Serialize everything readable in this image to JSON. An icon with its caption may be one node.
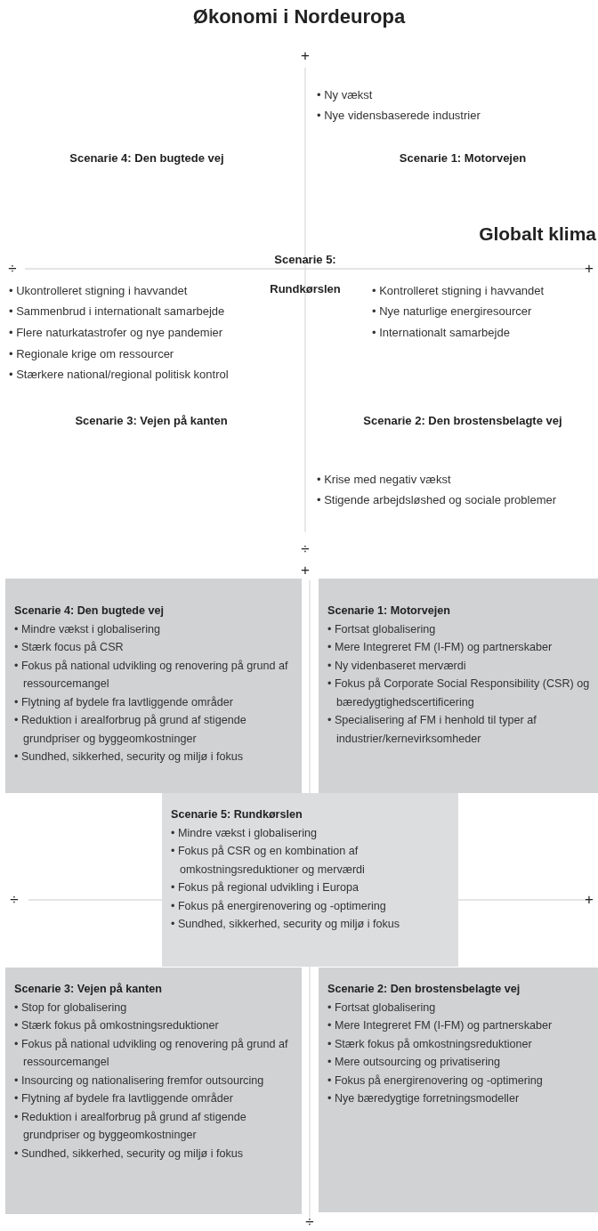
{
  "diagram": {
    "title": "Økonomi i Nordeuropa",
    "nodes": [
      {
        "text": [
          "Scenarie 4: Den bugtede vej",
          "• Mindre vækst i globalisering",
          "• Stærk focus på CSR",
          "• Fokus på national udvikling og renovering på grund af ressourcemangel",
          "• Flytning af bydele fra lavtliggende områder",
          "• Reduktion i arealforbrug på grund af stigende grundpriser og byggeomkostninger",
          "• Sundhed, sikkerhed, security og miljø i fokus"
        ]
      },
      {
        "text": [
          "Scenarie 1: Motorvejen",
          "• Fortsat globalisering",
          "• Mere Integreret FM (I-FM) og partnerskaber",
          "• Ny videnbaseret merværdi",
          "• Fokus på Corporate Social Responsibility (CSR) og bæredygtighedscertificering",
          "• Specialisering af FM i henhold til typer af industrier/kernevirksomheder"
        ]
      },
      {
        "text": [
          "Scenarie 5: Rundkørslen",
          "• Mindre vækst i globalisering",
          "• Fokus på CSR og en kombination af omkostningsreduktioner og merværdi",
          "• Fokus på regional udvikling i Europa",
          "• Fokus på energirenovering og -optimering",
          "• Sundhed, sikkerhed, security og miljø i fokus"
        ]
      },
      {
        "text": [
          "Scenarie 3: Vejen på kanten",
          "• Stop for globalisering",
          "• Stærk fokus på omkostningsreduktioner",
          "• Fokus på national udvikling og renovering på grund af ressourcemangel",
          "• Insourcing og nationalisering fremfor outsourcing",
          "• Flytning af bydele fra lavtliggende områder",
          "• Reduktion i arealforbrug på grund af stigende grundpriser og byggeomkostninger",
          "• Sundhed, sikkerhed, security og miljø i fokus"
        ]
      },
      {
        "text": [
          "Scenarie 2: Den brostensbelagte vej",
          "• Fortsat globalisering",
          "• Mere Integreret FM (I-FM) og partnerskaber",
          "• Stærk fokus på omkostningsreduktioner",
          "• Mere outsourcing og privatisering",
          "• Fokus på energirenovering og -optimering",
          "• Nye bæredygtige forretningsmodeller"
        ]
      }
    ],
    "edges": [],
    "labels": [
      "+",
      "• Ny vækst",
      "• Nye vidensbaserede industrier",
      "Scenarie 4: Den bugtede vej",
      "Scenarie 1: Motorvejen",
      "Globalt klima",
      "Scenarie 5: Rundkørslen",
      "÷",
      "+",
      "• Ukontrolleret stigning i havvandet",
      "• Sammenbrud i internationalt samarbejde",
      "• Flere naturkatastrofer og nye pandemier",
      "• Regionale krige om ressourcer",
      "• Stærkere national/regional politisk kontrol",
      "• Kontrolleret stigning i havvandet",
      "• Nye naturlige energiresourcer",
      "• Internationalt samarbejde",
      "Scenarie 3: Vejen på kanten",
      "Scenarie 2: Den brostensbelagte vej",
      "• Krise med negativ vækst",
      "• Stigende arbejdsløshed og sociale problemer",
      "÷",
      "+",
      "÷",
      "+",
      "÷"
    ]
  }
}
